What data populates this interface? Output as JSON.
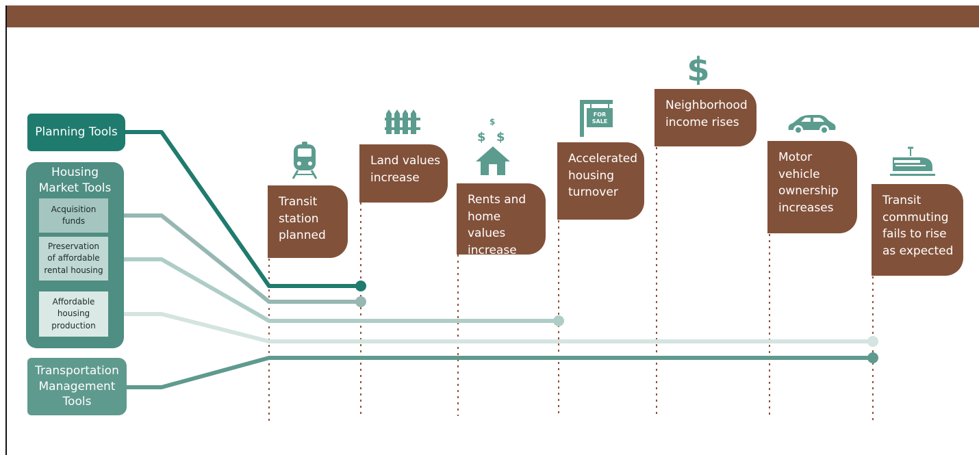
{
  "tools": {
    "planning": "Planning Tools",
    "housing_market": "Housing\nMarket Tools",
    "acquisition": "Acquisition\nfunds",
    "preservation": "Preservation\nof affordable\nrental housing",
    "affordable_production": "Affordable\nhousing\nproduction",
    "transportation": "Transportation\nManagement\nTools"
  },
  "steps": {
    "transit_station": "Transit\nstation\nplanned",
    "land_values": "Land values\nincrease",
    "rents_home": "Rents and\nhome values\nincrease",
    "housing_turnover": "Accelerated\nhousing\nturnover",
    "income_rises": "Neighborhood\nincome rises",
    "vehicle_ownership": "Motor\nvehicle\nownership\nincreases",
    "transit_commuting": "Transit\ncommuting\nfails to rise\nas expected"
  },
  "icons": {
    "transit_station": "train-icon",
    "land_values": "fence-icon",
    "rents_home": "house-dollar-icon",
    "housing_turnover": "for-sale-sign-icon",
    "income_rises": "dollar-icon",
    "vehicle_ownership": "car-icon",
    "transit_commuting": "tram-icon"
  },
  "sign_text": {
    "line1": "FOR",
    "line2": "SALE"
  },
  "dollar_glyph": "$",
  "colors": {
    "brown": "#82513a",
    "planning": "#1f7b6d",
    "acquisition": "#96b7b2",
    "preservation": "#afcdc7",
    "affordable": "#d4e4e1",
    "transportation": "#5f9a8e",
    "housing_panel": "#4f8e82",
    "icon": "#5b9c8f"
  }
}
